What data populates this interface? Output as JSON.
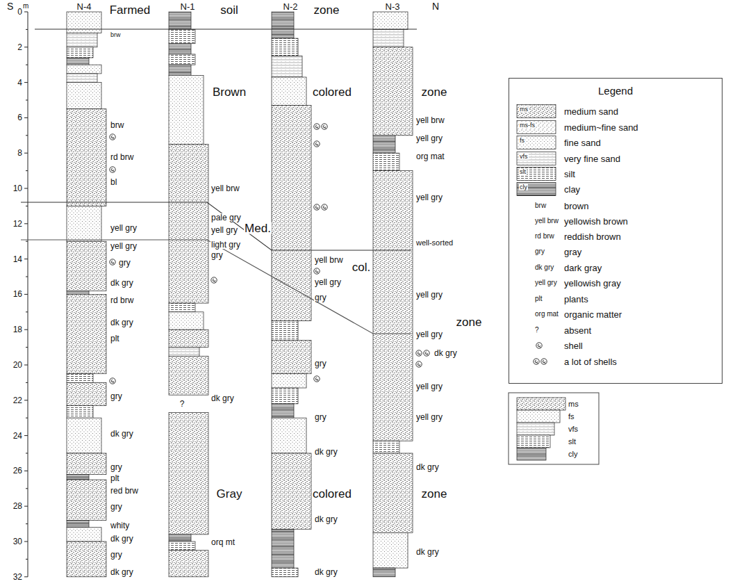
{
  "diagram": {
    "nodes": [
      {
        "text": [
          "Legend"
        ]
      }
    ],
    "labels": [
      "S",
      "N-4",
      "N-1",
      "N-2",
      "N-3",
      "N",
      "m",
      "0",
      "2",
      "4",
      "6",
      "8",
      "10",
      "12",
      "14",
      "16",
      "18",
      "20",
      "22",
      "24",
      "26",
      "28",
      "30",
      "32",
      "Farmed",
      "soil",
      "zone",
      "Brown",
      "colored",
      "zone",
      "Med.",
      "col.",
      "zone",
      "Gray",
      "colored",
      "zone",
      "brw",
      "brw",
      "rd brw",
      "bl",
      "yell gry",
      "yell gry",
      "gry",
      "dk gry",
      "rd brw",
      "dk gry",
      "plt",
      "gry",
      "dk gry",
      "gry",
      "plt",
      "red brw",
      "gry",
      "whity",
      "dk gry",
      "gry",
      "dk gry",
      "yell brw",
      "pale gry",
      "yell gry",
      "light gry",
      "gry",
      "dk gry",
      "?",
      "orq mt",
      "yell brw",
      "yell gry",
      "gry",
      "gry",
      "gry",
      "dk gry",
      "dk gry",
      "dk gry",
      "yell brw",
      "yell gry",
      "org mat",
      "yell gry",
      "well-sorted",
      "yell gry",
      "yell gry",
      "dk gry",
      "yell gry",
      "yell gry",
      "dk gry",
      "dk gry",
      "ms",
      "ms-fs",
      "fs",
      "vfs",
      "slt",
      "cly",
      "brw",
      "yell brw",
      "rd brw",
      "gry",
      "dk gry",
      "yell gry",
      "plt",
      "org mat",
      "?",
      "ms",
      "fs",
      "vfs",
      "slt",
      "cly"
    ],
    "legend": [
      {
        "text": "medium sand"
      },
      {
        "text": "medium~fine sand"
      },
      {
        "text": "fine sand"
      },
      {
        "text": "very fine sand"
      },
      {
        "text": "silt"
      },
      {
        "text": "clay"
      },
      {
        "text": "brown"
      },
      {
        "text": "yellowish brown"
      },
      {
        "text": "reddish brown"
      },
      {
        "text": "gray"
      },
      {
        "text": "dark gray"
      },
      {
        "text": "yellowish gray"
      },
      {
        "text": "plants"
      },
      {
        "text": "organic matter"
      },
      {
        "text": "absent"
      },
      {
        "text": "shell"
      },
      {
        "text": "a lot of shells"
      }
    ]
  }
}
